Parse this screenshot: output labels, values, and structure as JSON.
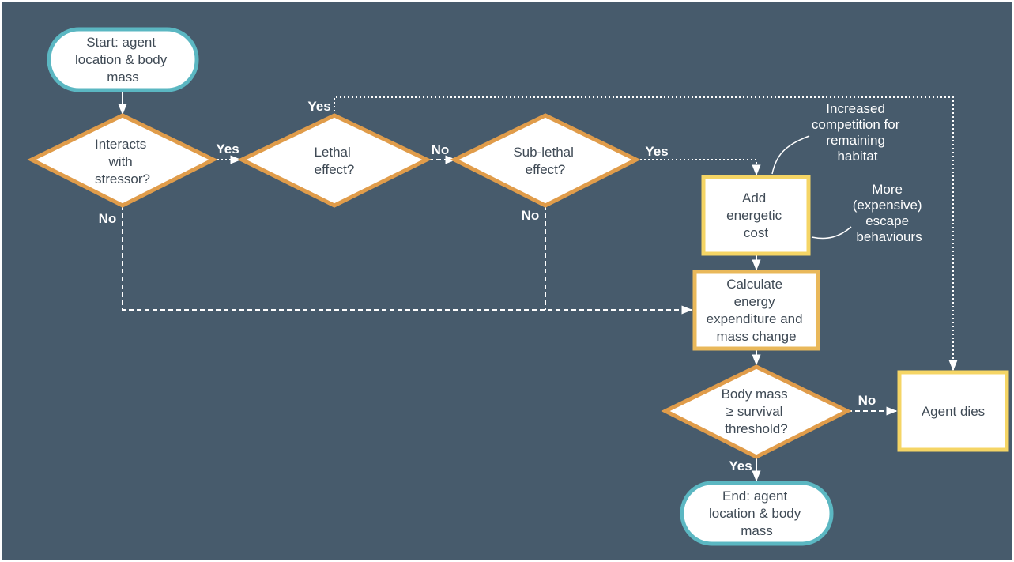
{
  "nodes": {
    "start": {
      "lines": [
        "Start: agent",
        "location & body",
        "mass"
      ]
    },
    "interacts": {
      "lines": [
        "Interacts",
        "with",
        "stressor?"
      ]
    },
    "lethal": {
      "lines": [
        "Lethal",
        "effect?"
      ]
    },
    "sublethal": {
      "lines": [
        "Sub-lethal",
        "effect?"
      ]
    },
    "add_cost": {
      "lines": [
        "Add",
        "energetic",
        "cost"
      ]
    },
    "calculate": {
      "lines": [
        "Calculate",
        "energy",
        "expenditure and",
        "mass change"
      ]
    },
    "body_mass": {
      "lines": [
        "Body mass",
        "≥ survival",
        "threshold?"
      ]
    },
    "agent_dies": {
      "lines": [
        "Agent dies"
      ]
    },
    "end": {
      "lines": [
        "End: agent",
        "location & body",
        "mass"
      ]
    }
  },
  "edge_labels": {
    "interacts_yes": "Yes",
    "interacts_no": "No",
    "lethal_yes": "Yes",
    "lethal_no": "No",
    "sublethal_yes": "Yes",
    "sublethal_no": "No",
    "body_mass_no": "No",
    "body_mass_yes": "Yes"
  },
  "notes": {
    "competition": [
      "Increased",
      "competition for",
      "remaining",
      "habitat"
    ],
    "escape": [
      "More",
      "(expensive)",
      "escape",
      "behaviours"
    ]
  },
  "colors": {
    "background": "#475b6c",
    "terminal_border": "#5bb7c2",
    "decision_border": "#e09c4a",
    "process_border": "#f5d565",
    "node_fill": "#ffffff",
    "text": "#3f4a55",
    "connector": "#ffffff"
  }
}
